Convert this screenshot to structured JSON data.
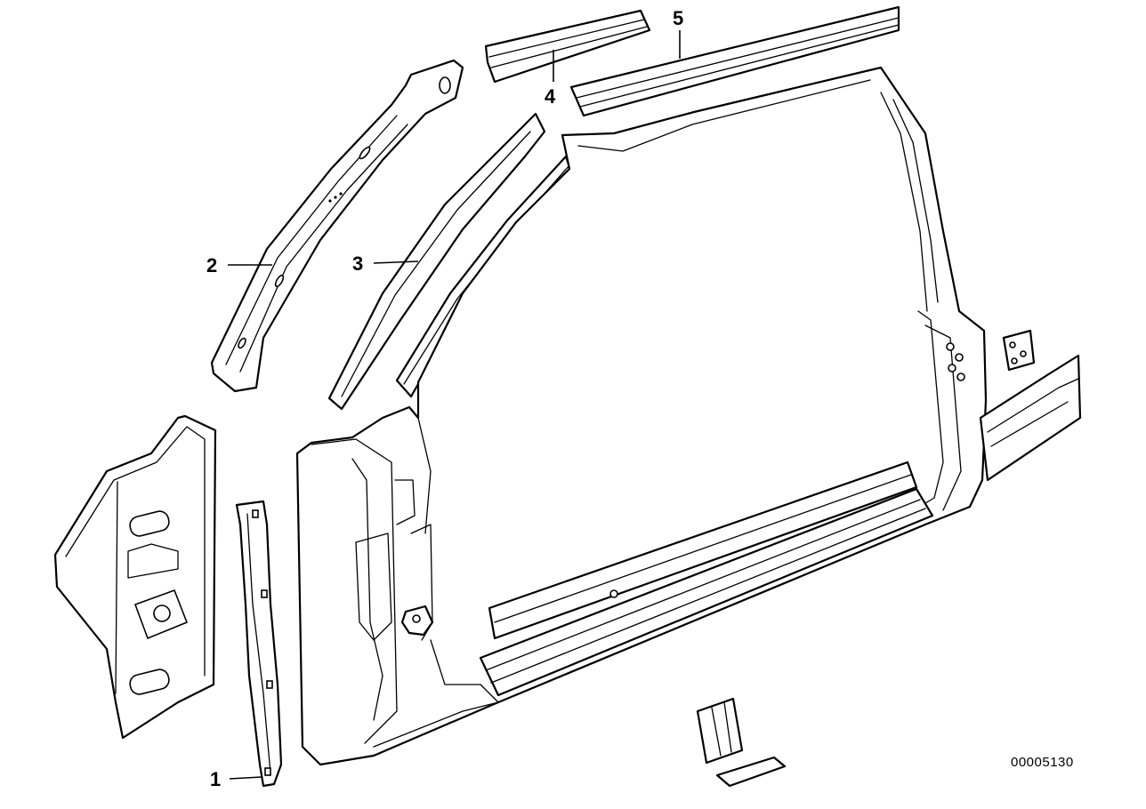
{
  "diagram": {
    "callouts": [
      {
        "id": "1",
        "label": "1"
      },
      {
        "id": "2",
        "label": "2"
      },
      {
        "id": "3",
        "label": "3"
      },
      {
        "id": "4",
        "label": "4"
      },
      {
        "id": "5",
        "label": "5"
      }
    ],
    "document_number": "00005130"
  },
  "colors": {
    "line": "#000000",
    "background": "#ffffff"
  }
}
